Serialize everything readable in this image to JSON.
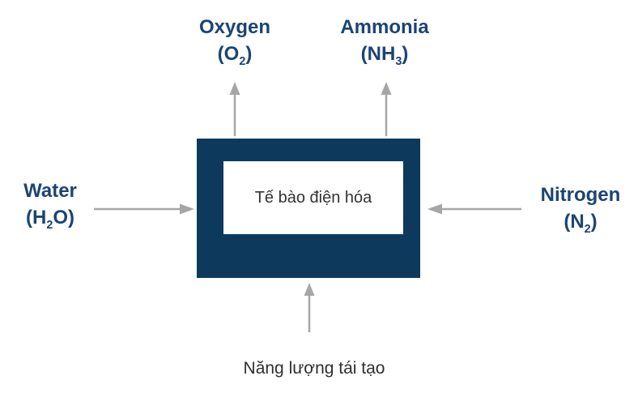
{
  "diagram": {
    "center_box": {
      "label": "Tế bào điện hóa"
    },
    "labels": {
      "oxygen": {
        "name": "Oxygen",
        "f_open": "(O",
        "f_sub": "2",
        "f_close": ")"
      },
      "ammonia": {
        "name": "Ammonia",
        "f_open": "(NH",
        "f_sub": "3",
        "f_close": ")"
      },
      "water": {
        "name": "Water",
        "f_open": "(H",
        "f_sub": "2",
        "f_close": "O)"
      },
      "nitrogen": {
        "name": "Nitrogen",
        "f_open": "(N",
        "f_sub": "2",
        "f_close": ")"
      },
      "energy": {
        "name": "Năng lượng tái tạo"
      }
    },
    "flows": {
      "water": "input-left",
      "nitrogen": "input-right",
      "energy": "input-bottom",
      "oxygen": "output-top-left",
      "ammonia": "output-top-right"
    },
    "colors": {
      "box_fill": "#0d3a5c",
      "label_text": "#1b4475",
      "arrow": "#a6a6a6",
      "body_text": "#333333"
    }
  }
}
